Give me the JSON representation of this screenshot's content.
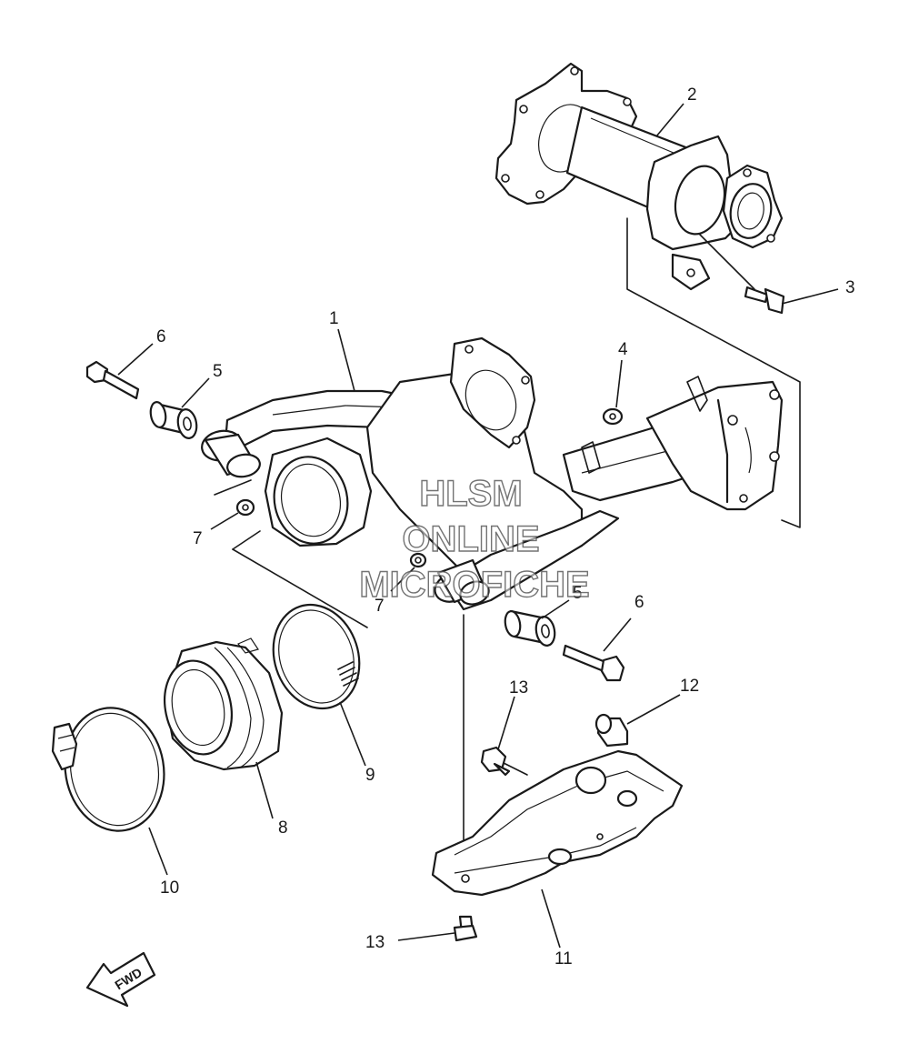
{
  "watermark": {
    "line1": "HLSM",
    "line2": "ONLINE",
    "line3": "MICROFICHE"
  },
  "direction_arrow": {
    "label": "FWD"
  },
  "callouts": [
    {
      "id": "c1",
      "label": "1"
    },
    {
      "id": "c2",
      "label": "2"
    },
    {
      "id": "c3",
      "label": "3"
    },
    {
      "id": "c4",
      "label": "4"
    },
    {
      "id": "c5a",
      "label": "5"
    },
    {
      "id": "c5b",
      "label": "5"
    },
    {
      "id": "c6a",
      "label": "6"
    },
    {
      "id": "c6b",
      "label": "6"
    },
    {
      "id": "c7a",
      "label": "7"
    },
    {
      "id": "c7b",
      "label": "7"
    },
    {
      "id": "c8",
      "label": "8"
    },
    {
      "id": "c9",
      "label": "9"
    },
    {
      "id": "c10",
      "label": "10"
    },
    {
      "id": "c11",
      "label": "11"
    },
    {
      "id": "c12",
      "label": "12"
    },
    {
      "id": "c13a",
      "label": "13"
    },
    {
      "id": "c13b",
      "label": "13"
    }
  ]
}
